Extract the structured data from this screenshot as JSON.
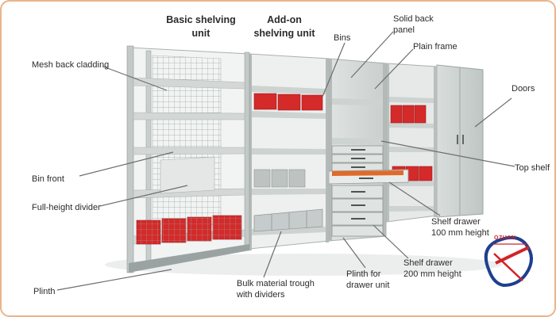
{
  "headings": {
    "basic": [
      "Basic shelving",
      "unit"
    ],
    "addon": [
      "Add-on",
      "shelving unit"
    ]
  },
  "labels": {
    "mesh_back_cladding": "Mesh back cladding",
    "bins": "Bins",
    "solid_back_panel": [
      "Solid back",
      "panel"
    ],
    "plain_frame": "Plain frame",
    "doors": "Doors",
    "top_shelf": "Top shelf",
    "bin_front": "Bin front",
    "full_height_divider": "Full-height divider",
    "shelf_drawer_100": [
      "Shelf drawer",
      "100 mm height"
    ],
    "shelf_drawer_200": [
      "Shelf drawer",
      "200 mm height"
    ],
    "plinth_for_drawer_unit": [
      "Plinth for",
      "drawer unit"
    ],
    "bulk_material_trough": [
      "Bulk material trough",
      "with dividers"
    ],
    "plinth": "Plinth"
  },
  "logo": {
    "text": "OZHAN",
    "icon": "ozhan-logo"
  },
  "colors": {
    "frame_border": "#e9b48a",
    "steel": "#d3d8d6",
    "steel_dark": "#a9b0ae",
    "bin_red": "#d42a2a",
    "leader": "#6d6d6d",
    "logo_red": "#d0242a",
    "logo_blue": "#1d3f8f"
  }
}
